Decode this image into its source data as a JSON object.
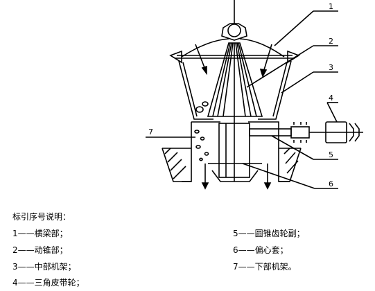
{
  "callouts": [
    "1",
    "2",
    "3",
    "4",
    "5",
    "6",
    "7"
  ],
  "legend": {
    "title": "标引序号说明：",
    "items": [
      "1——横梁部；",
      "2——动锥部；",
      "3——中部机架；",
      "4——三角皮带轮；",
      "5——圆锥齿轮副；",
      "6——偏心套；",
      "7——下部机架。"
    ]
  }
}
